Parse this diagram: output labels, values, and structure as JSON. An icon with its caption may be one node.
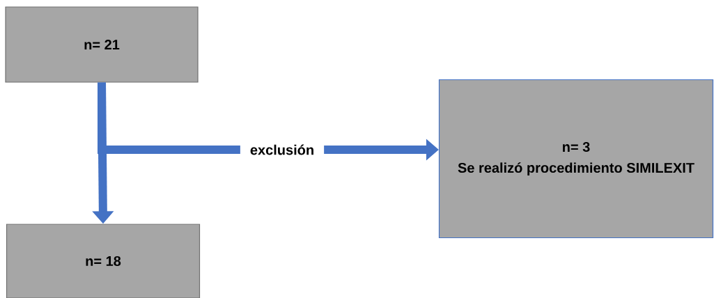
{
  "diagram": {
    "nodes": [
      {
        "text": [
          "n= 21"
        ]
      },
      {
        "text": [
          "n= 18"
        ]
      },
      {
        "text": [
          "n= 3",
          "Se realizó procedimiento SIMILEXIT"
        ]
      }
    ],
    "edges": [
      {
        "from": 0,
        "to": 1,
        "arrow": "to"
      },
      {
        "from": 0,
        "to": 2,
        "arrow": "to",
        "label": "exclusión"
      }
    ]
  }
}
